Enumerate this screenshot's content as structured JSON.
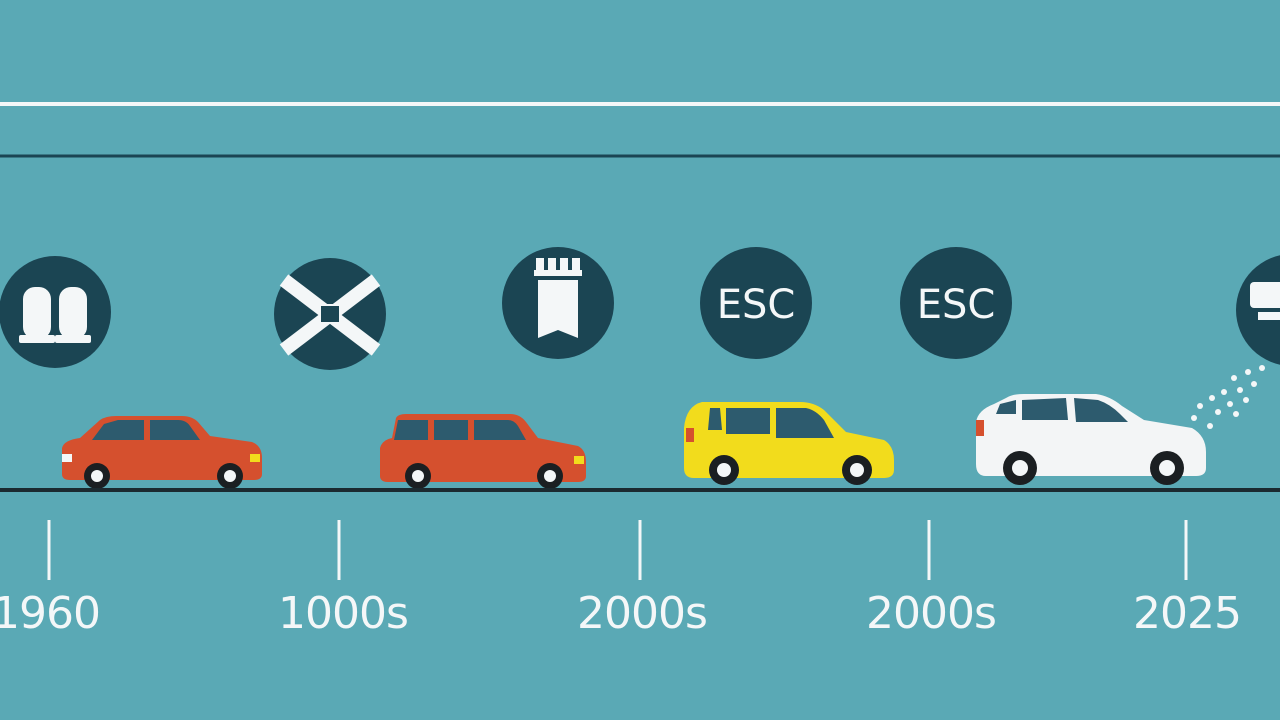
{
  "colors": {
    "background": "#5aa9b5",
    "badge": "#1b4553",
    "line_light": "#f4f7f8",
    "line_dark": "#1b4553",
    "car_red": "#d5502e",
    "car_yellow": "#f2dc1c",
    "car_white": "#f3f5f6",
    "glass": "#2d5b6e"
  },
  "timeline": {
    "years": [
      "1960",
      "1000s",
      "2000s",
      "2000s",
      "2025"
    ]
  },
  "badges": [
    {
      "icon": "seat-headrest-icon",
      "text": ""
    },
    {
      "icon": "crossed-belt-icon",
      "text": ""
    },
    {
      "icon": "airbag-icon",
      "text": ""
    },
    {
      "icon": "esc-icon",
      "text": "ESC"
    },
    {
      "icon": "esc-icon",
      "text": "ESC"
    },
    {
      "icon": "sensor-icon",
      "text": ""
    }
  ],
  "cars": [
    {
      "name": "sedan-red",
      "color": "red"
    },
    {
      "name": "wagon-red",
      "color": "red"
    },
    {
      "name": "hatchback-yellow",
      "color": "yellow"
    },
    {
      "name": "suv-white",
      "color": "white"
    }
  ]
}
